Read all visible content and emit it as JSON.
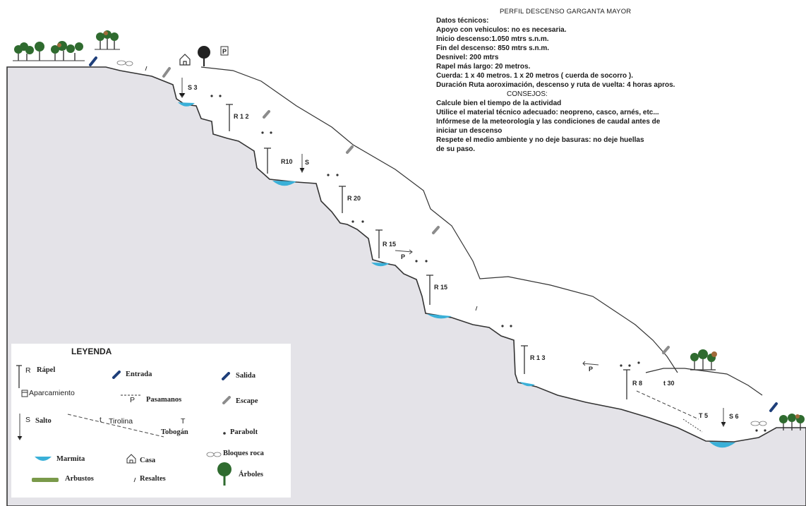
{
  "info": {
    "title": "PERFIL DESCENSO GARGANTA MAYOR",
    "tech_heading": "Datos técnicos:",
    "tech": [
      "Apoyo con vehiculos: no es necesaria.",
      "Inicio descenso:1.050 mtrs s.n.m.",
      "Fin del descenso: 850 mtrs s.n.m.",
      "Desnivel: 200 mtrs",
      "Rapel más largo: 20 metros.",
      "Cuerda: 1 x 40 metros. 1 x 20 metros ( cuerda de socorro ).",
      "Duración Ruta aoroximación, descenso y ruta de vuelta: 4 horas apros."
    ],
    "advice_heading": "CONSEJOS:",
    "advice": [
      "Calcule bien el tiempo de la actividad",
      "Utilice el material técnico adecuado: neopreno, casco, arnés, etc...",
      "Infórmese de la meteorología y las condiciones de caudal antes de",
      "iniciar un descenso",
      "Respete el medio ambiente y no deje basuras: no deje huellas",
      "de su paso."
    ]
  },
  "profile_labels": {
    "s3": "S 3",
    "r12": "R 1 2",
    "r10": "R10",
    "s_small": "S",
    "r20": "R 20",
    "r15a": "R 15",
    "p1": "P",
    "r15b": "R 15",
    "r13": "R 1 3",
    "p2": "P",
    "r8": "R 8",
    "t30": "t 30",
    "t5": "T 5",
    "s6": "S 6",
    "parking": "P"
  },
  "legend": {
    "title": "LEYENDA",
    "rapel_r": "R",
    "rapel": "Rápel",
    "entrada": "Entrada",
    "salida": "Salida",
    "aparcamiento": "Aparcamiento",
    "pasamanos_p": "P",
    "pasamanos": "Pasamanos",
    "escape": "Escape",
    "salto_s": "S",
    "salto": "Salto",
    "tirolina_t": "t",
    "tirolina": "Tirolina",
    "tobogan_t": "T",
    "tobogan": "Tobogán",
    "parabolt": "Parabolt",
    "bloques": "Bloques roca",
    "marmita": "Marmita",
    "casa": "Casa",
    "arbustos": "Arbustos",
    "resaltes": "Resaltes",
    "arboles": "Árboles"
  },
  "colors": {
    "rock": "#e4e3e8",
    "water": "#3ab0d8",
    "tree": "#2f6b2f",
    "entry": "#1f3f7a",
    "escape": "#8c8c8c"
  }
}
